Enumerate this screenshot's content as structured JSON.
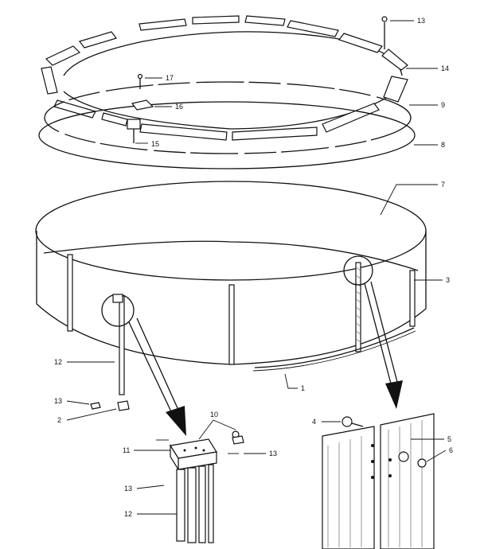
{
  "colors": {
    "ink": "#111111",
    "paper": "#ffffff",
    "hatch": "#555555"
  },
  "callouts": [
    {
      "id": "c13a",
      "text": "13"
    },
    {
      "id": "c14",
      "text": "14"
    },
    {
      "id": "c17",
      "text": "17"
    },
    {
      "id": "c9",
      "text": "9"
    },
    {
      "id": "c16",
      "text": "16"
    },
    {
      "id": "c15",
      "text": "15"
    },
    {
      "id": "c8",
      "text": "8"
    },
    {
      "id": "c7",
      "text": "7"
    },
    {
      "id": "c3",
      "text": "3"
    },
    {
      "id": "c12a",
      "text": "12"
    },
    {
      "id": "c1",
      "text": "1"
    },
    {
      "id": "c13b",
      "text": "13"
    },
    {
      "id": "c2",
      "text": "2"
    },
    {
      "id": "c10",
      "text": "10"
    },
    {
      "id": "c11",
      "text": "11"
    },
    {
      "id": "c13c",
      "text": "13"
    },
    {
      "id": "c13d",
      "text": "13"
    },
    {
      "id": "c12b",
      "text": "12"
    },
    {
      "id": "c4",
      "text": "4"
    },
    {
      "id": "c5",
      "text": "5"
    },
    {
      "id": "c6",
      "text": "6"
    }
  ]
}
